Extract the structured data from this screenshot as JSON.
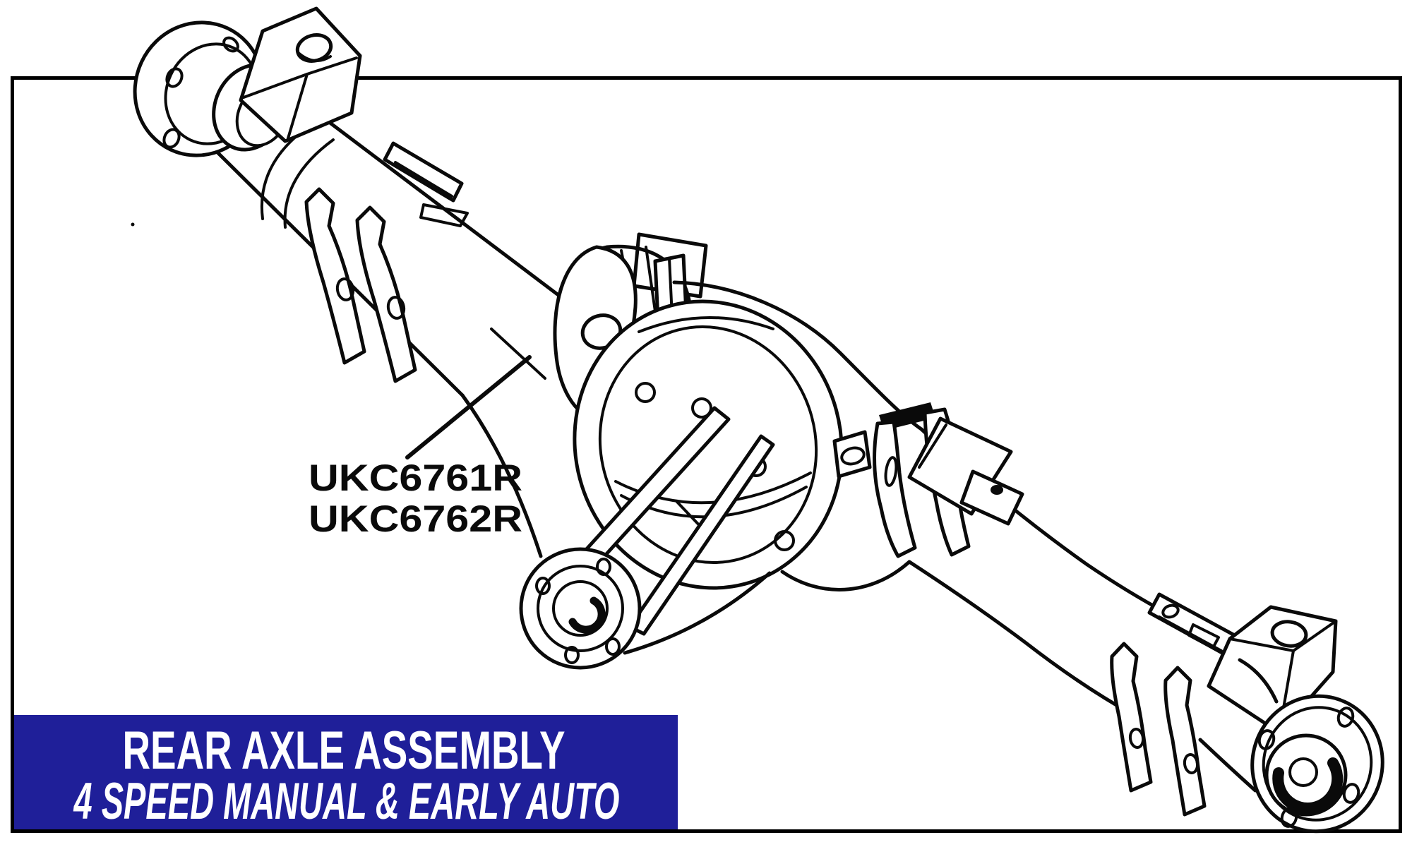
{
  "diagram": {
    "type": "technical-line-illustration",
    "subject": "Rear axle assembly",
    "part_labels": [
      {
        "text": "UKC6761R"
      },
      {
        "text": "UKC6762R"
      }
    ]
  },
  "banner": {
    "title": "REAR AXLE ASSEMBLY",
    "subtitle": "4 SPEED MANUAL & EARLY AUTO",
    "background_color": "#1f1f99",
    "text_color": "#ffffff"
  },
  "colors": {
    "line": "#0a0a0a",
    "frame_border": "#000000",
    "page_background": "#ffffff"
  }
}
